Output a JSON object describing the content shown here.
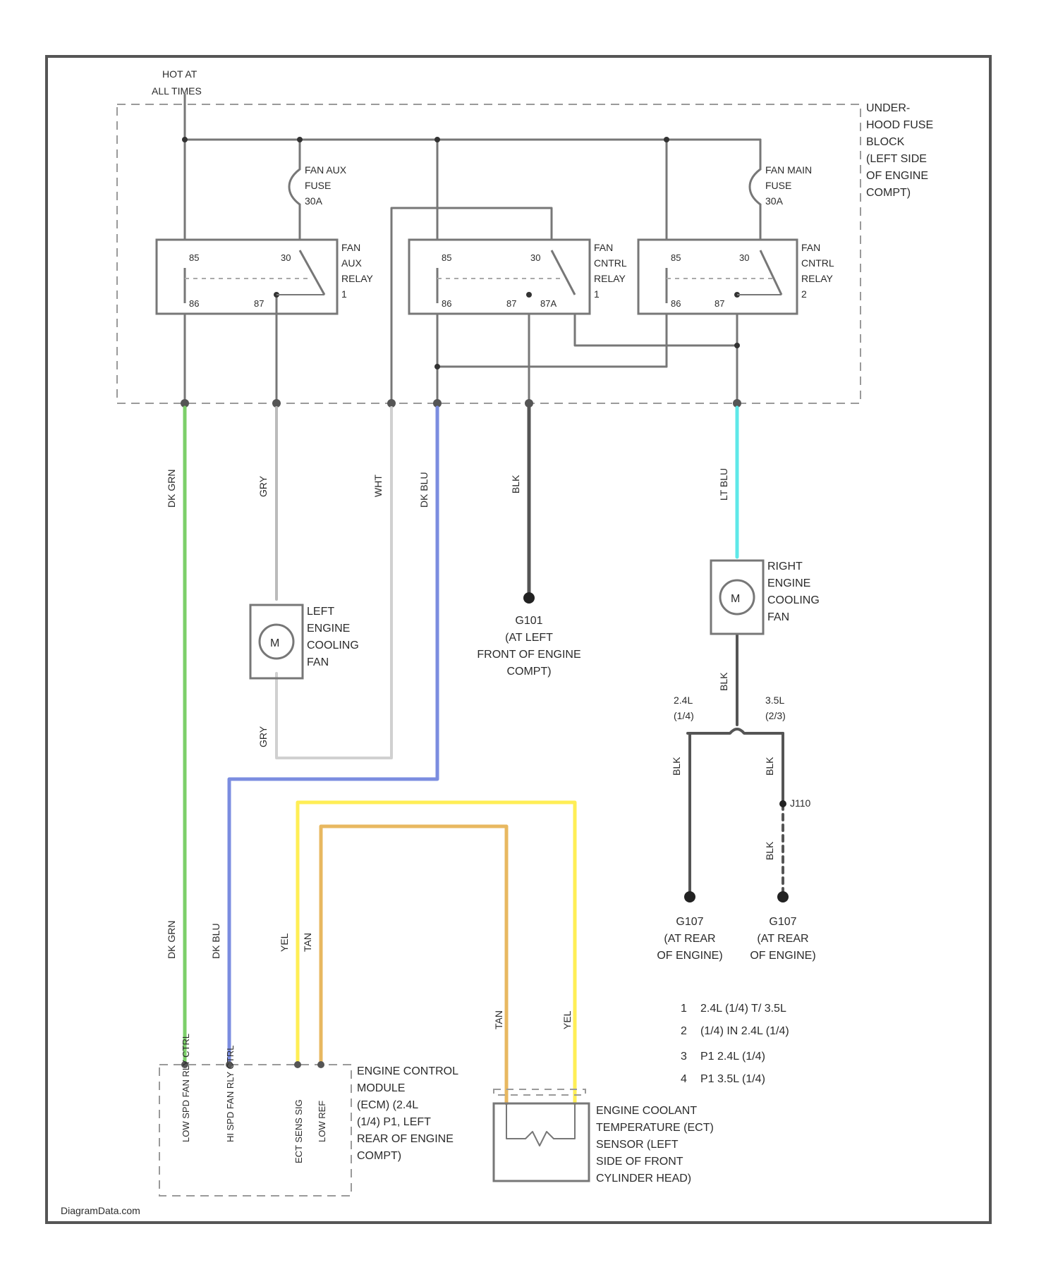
{
  "fuse_block": {
    "source_label": [
      "HOT AT",
      "ALL TIMES"
    ],
    "label": [
      "UNDER-",
      "HOOD FUSE",
      "BLOCK",
      "(LEFT SIDE",
      "OF ENGINE",
      "COMPT)"
    ],
    "fuse_aux": [
      "FAN AUX",
      "FUSE",
      "30A"
    ],
    "fuse_main": [
      "FAN MAIN",
      "FUSE",
      "30A"
    ]
  },
  "relays": [
    {
      "label": [
        "FAN",
        "AUX",
        "RELAY",
        "1"
      ],
      "pins": [
        "30",
        "85",
        "86",
        "87"
      ]
    },
    {
      "label": [
        "FAN",
        "CNTRL",
        "RELAY",
        "1"
      ],
      "pins": [
        "85",
        "30",
        "86",
        "87",
        "87A"
      ]
    },
    {
      "label": [
        "FAN",
        "CNTRL",
        "RELAY",
        "2"
      ],
      "pins": [
        "85",
        "30",
        "86",
        "87"
      ]
    }
  ],
  "wires": {
    "w1": {
      "code": "DK GRN",
      "color": "#7ccf6a"
    },
    "w2": {
      "code": "GRY"
    },
    "w3": {
      "code": "WHT"
    },
    "w4": {
      "code": "DK BLU",
      "color": "#7b8de0"
    },
    "w5": {
      "code": "BLK"
    },
    "w6": {
      "code": "LT BLU",
      "color": "#5ee8e8"
    },
    "ect_ylw": {
      "code": "YEL",
      "color": "#ffee55"
    },
    "ect_tan": {
      "code": "TAN",
      "color": "#e8b860"
    }
  },
  "components": {
    "left_fan": [
      "LEFT",
      "ENGINE",
      "COOLING",
      "FAN"
    ],
    "right_fan": [
      "RIGHT",
      "ENGINE",
      "COOLING",
      "FAN"
    ],
    "motor_symbol": "M",
    "g101": [
      "G101",
      "(AT LEFT",
      "FRONT OF ENGINE",
      "COMPT)"
    ],
    "g107_a": [
      "G107",
      "(AT REAR",
      "OF ENGINE)"
    ],
    "g107_b": [
      "G107",
      "(AT REAR",
      "OF ENGINE)"
    ],
    "splice": "J110",
    "engine_2_4": [
      "2.4L",
      "(1/4)"
    ],
    "engine_3_5": [
      "3.5L",
      "(2/3)"
    ],
    "ecm": [
      "ENGINE CONTROL",
      "MODULE",
      "(ECM) (2.4L",
      "(1/4) P1, LEFT",
      "REAR OF ENGINE",
      "COMPT)"
    ],
    "ecm_pins": [
      "LOW SPD FAN RLY CTRL",
      "HI SPD FAN RLY CTRL",
      "ECT SENS SIG",
      "LOW REF"
    ],
    "ect": [
      "ENGINE COOLANT",
      "TEMPERATURE (ECT)",
      "SENSOR (LEFT",
      "SIDE OF FRONT",
      "CYLINDER HEAD)"
    ]
  },
  "notes": [
    {
      "n": "1",
      "text": "2.4L (1/4) T/ 3.5L"
    },
    {
      "n": "2",
      "text": "(1/4) IN 2.4L (1/4)"
    },
    {
      "n": "3",
      "text": "P1 2.4L (1/4)"
    },
    {
      "n": "4",
      "text": "P1 3.5L (1/4)"
    }
  ],
  "watermark": "DiagramData.com"
}
